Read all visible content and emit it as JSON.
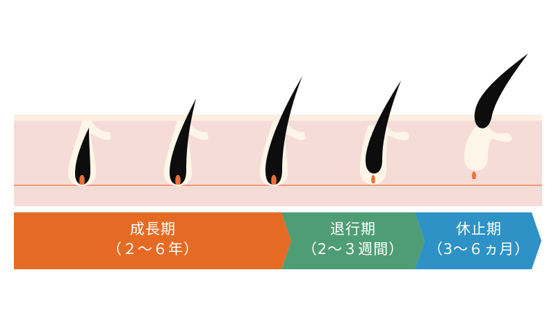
{
  "colors": {
    "skin": "#f6dcd6",
    "skin_top": "#fcefe2",
    "follicle": "#fdf6e8",
    "hair": "#0d0d0d",
    "papilla": "#e8703a",
    "line": "#e8835e",
    "anagen": "#e56b24",
    "catagen": "#4f9d74",
    "telogen": "#2e92c6"
  },
  "phases": [
    {
      "name": "成長期",
      "duration": "（２～６年）"
    },
    {
      "name": "退行期",
      "duration": "（2～３週間）"
    },
    {
      "name": "休止期",
      "duration": "（3～６ヵ月）"
    }
  ]
}
